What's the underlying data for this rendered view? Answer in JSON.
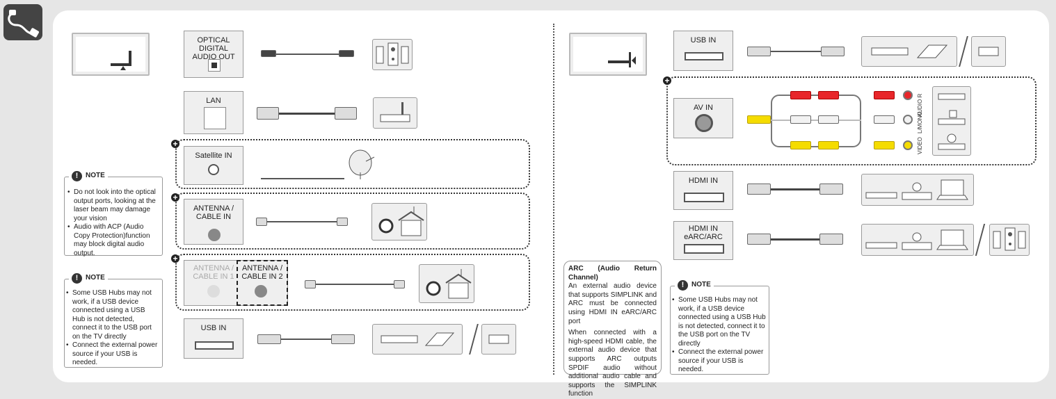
{
  "left": {
    "ports": {
      "optical": "OPTICAL DIGITAL\nAUDIO OUT",
      "lan": "LAN",
      "satellite": "Satellite IN",
      "antenna": "ANTENNA /\nCABLE IN",
      "antenna1": "ANTENNA /\nCABLE IN 1",
      "antenna2": "ANTENNA /\nCABLE IN 2",
      "usb": "USB IN"
    },
    "note1": {
      "title": "NOTE",
      "items": [
        "Do not look into the optical output ports, looking at the laser beam may damage your vision",
        "Audio with ACP (Audio Copy Protection)function may block digital audio output."
      ]
    },
    "note2": {
      "title": "NOTE",
      "items": [
        "Some USB Hubs may not work, if a USB device connected using a USB Hub is not detected, connect it to the USB port on the TV directly",
        "Connect the external power source if your USB is needed."
      ]
    }
  },
  "right": {
    "ports": {
      "usb": "USB IN",
      "av": "AV IN",
      "hdmi": "HDMI IN",
      "hdmi_earc": "HDMI IN\neARC/ARC"
    },
    "av_labels": {
      "audio_r": "AUDIO R",
      "l_mono": "L/MONO",
      "video": "VIDEO"
    },
    "arc": {
      "title": "ARC (Audio Return Channel)",
      "para1": "An external audio device that supports SIMPLINK and ARC must be connected using HDMI IN eARC/ARC port",
      "para2": "When connected with a high-speed HDMI cable, the external audio device that supports ARC outputs SPDIF audio without additional audio cable and supports the SIMPLINK function"
    },
    "note": {
      "title": "NOTE",
      "items": [
        "Some USB Hubs may not work, if a USB device connected using a USB Hub is not detected, connect it to the USB port on the TV directly",
        "Connect the external power source if your USB is needed."
      ]
    }
  },
  "icons": [
    "cable-icon",
    "tv-icon",
    "speaker-icon",
    "router-icon",
    "satellite-dish-icon",
    "house-antenna-icon",
    "usb-hub-icon",
    "usb-drive-icon",
    "dvd-player-icon",
    "laptop-icon",
    "camcorder-icon",
    "plus-icon"
  ],
  "colors": {
    "rca_red": "#e8262a",
    "rca_white": "#f2f2f2",
    "rca_yellow": "#f5dc00",
    "corner_bg": "#444444"
  }
}
